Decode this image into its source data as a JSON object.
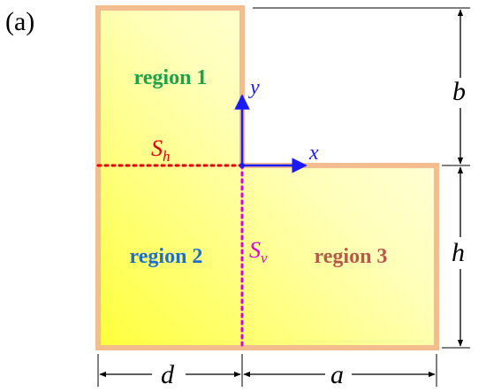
{
  "panel_label": "(a)",
  "regions": {
    "region1": "region 1",
    "region2": "region 2",
    "region3": "region 3"
  },
  "axes": {
    "x": "x",
    "y": "y"
  },
  "lines": {
    "horizontal": {
      "base": "S",
      "sub": "h"
    },
    "vertical": {
      "base": "S",
      "sub": "v"
    }
  },
  "dimensions": {
    "a": "a",
    "b": "b",
    "d": "d",
    "h": "h"
  },
  "colors": {
    "outline": "#f3bd8f",
    "fill_light": "#ffffee",
    "fill_strong": "#ffff55",
    "region1": "#1aa34a",
    "region2": "#1f6fcf",
    "region3": "#b55a4a",
    "s_h": "#e00000",
    "s_v": "#e000e0",
    "axis": "#1a1aff"
  }
}
